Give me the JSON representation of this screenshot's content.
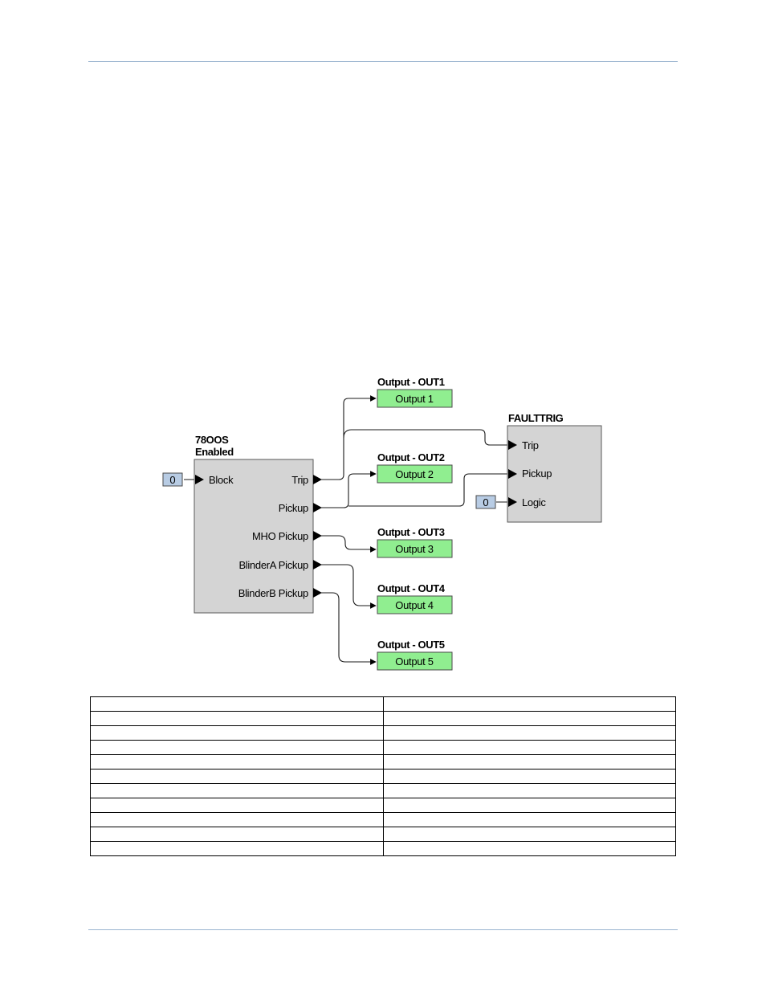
{
  "diagram": {
    "block_78oos": {
      "title_line1": "78OOS",
      "title_line2": "Enabled",
      "inputs": [
        {
          "label": "Block",
          "const": "0"
        }
      ],
      "outputs": [
        "Trip",
        "Pickup",
        "MHO Pickup",
        "BlinderA Pickup",
        "BlinderB Pickup"
      ]
    },
    "faulttrig": {
      "title": "FAULTTRIG",
      "inputs": [
        "Trip",
        "Pickup",
        "Logic"
      ],
      "logic_const": "0"
    },
    "outputs": [
      {
        "title": "Output - OUT1",
        "label": "Output 1"
      },
      {
        "title": "Output - OUT2",
        "label": "Output 2"
      },
      {
        "title": "Output - OUT3",
        "label": "Output 3"
      },
      {
        "title": "Output - OUT4",
        "label": "Output 4"
      },
      {
        "title": "Output - OUT5",
        "label": "Output 5"
      }
    ],
    "colors": {
      "block_fill": "#d4d4d4",
      "output_fill": "#90ee90",
      "const_fill": "#b8cce4",
      "rule": "#9bb5d0"
    }
  },
  "table": {
    "rows": 11,
    "columns": 2
  }
}
